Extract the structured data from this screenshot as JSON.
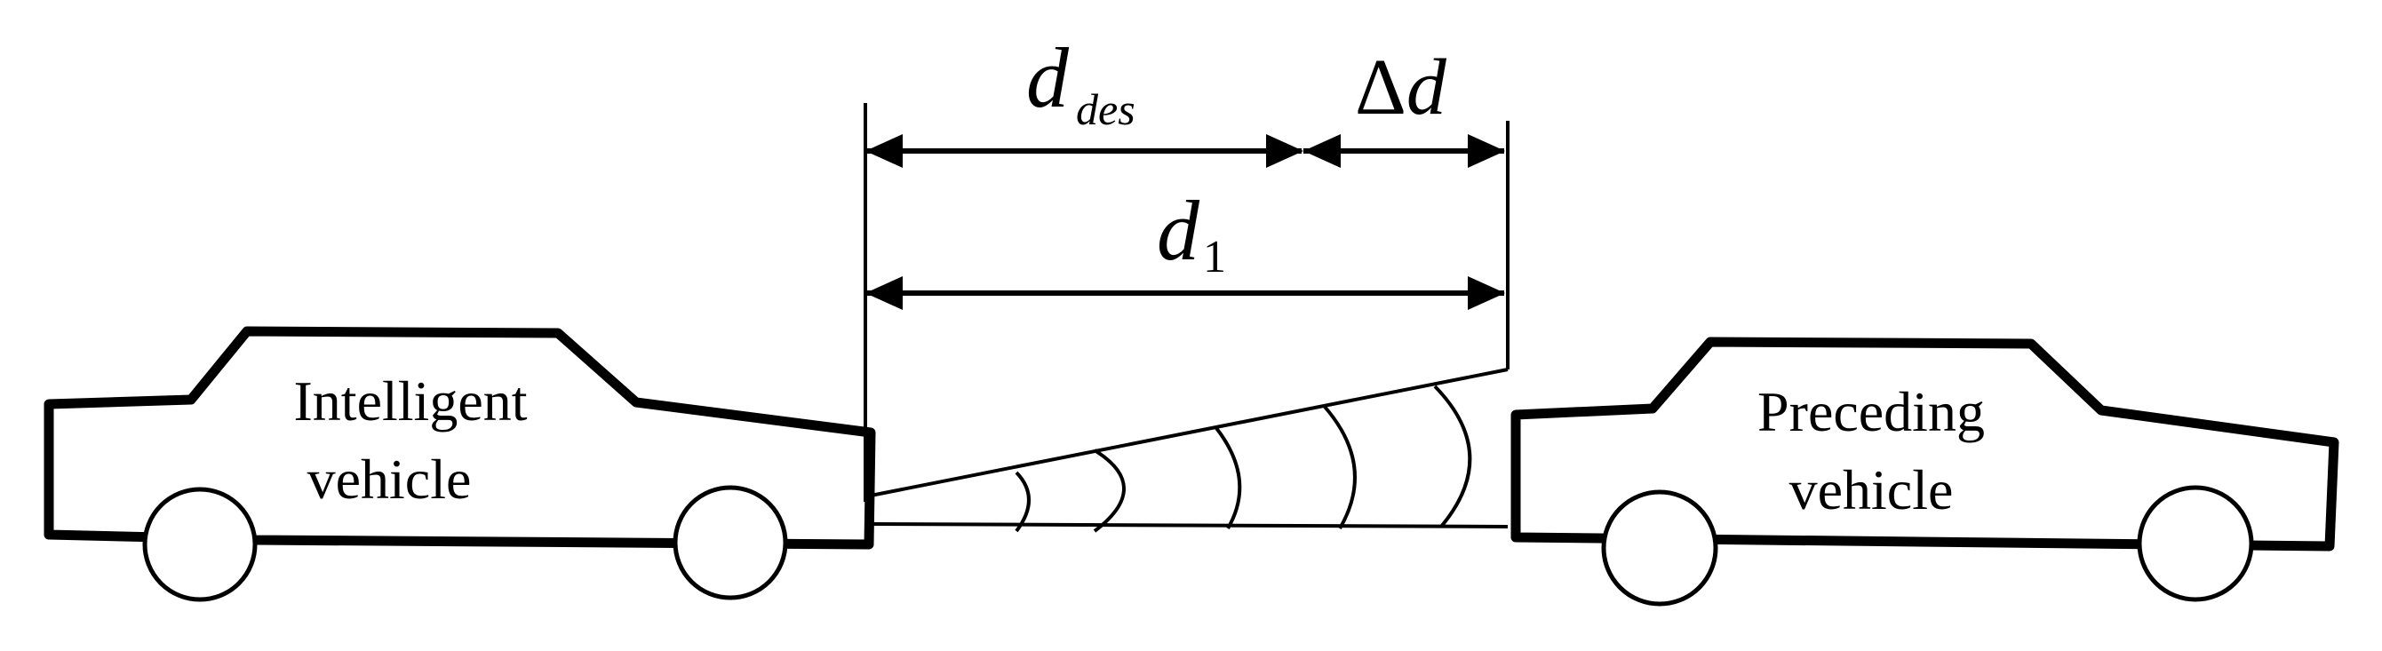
{
  "vehicles": {
    "left": {
      "label_line1": "Intelligent",
      "label_line2": "vehicle"
    },
    "right": {
      "label_line1": "Preceding",
      "label_line2": "vehicle"
    }
  },
  "dimensions": {
    "desired": {
      "symbol": "d",
      "subscript": "des"
    },
    "delta": {
      "prefix": "Δ",
      "symbol": "d"
    },
    "actual": {
      "symbol": "d",
      "subscript": "1"
    }
  },
  "colors": {
    "stroke": "#000000",
    "background": "#ffffff"
  }
}
